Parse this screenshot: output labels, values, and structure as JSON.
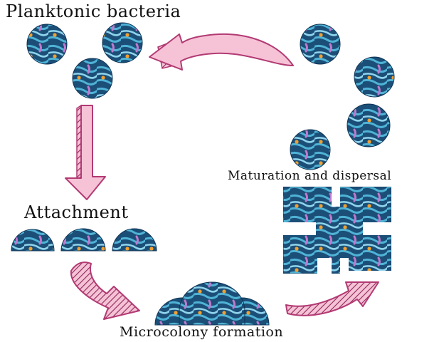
{
  "stages": {
    "planktonic": "Planktonic bacteria",
    "attachment": "Attachment",
    "microcolony": "Microcolony formation",
    "maturation": "Maturation and dispersal"
  },
  "colors": {
    "cell_base": "#1b4f78",
    "cell_strand": "#4fb3d6",
    "cell_strand_light": "#8fd4ec",
    "cell_highlight_pink": "#c07ad0",
    "cell_highlight_orange": "#f0a030",
    "arrow_fill": "#f6c2d6",
    "arrow_stroke": "#b23a73",
    "arrow_hatch": "#8e2a5a"
  }
}
